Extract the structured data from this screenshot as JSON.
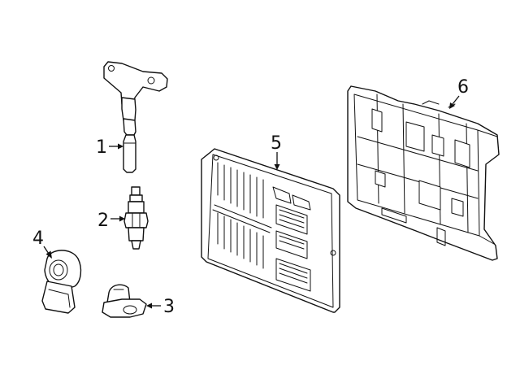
{
  "callouts": [
    {
      "id": "1",
      "label": "1",
      "part": "ignition-coil"
    },
    {
      "id": "2",
      "label": "2",
      "part": "spark-plug"
    },
    {
      "id": "3",
      "label": "3",
      "part": "sensor-3"
    },
    {
      "id": "4",
      "label": "4",
      "part": "knock-sensor"
    },
    {
      "id": "5",
      "label": "5",
      "part": "engine-control-module"
    },
    {
      "id": "6",
      "label": "6",
      "part": "mounting-bracket"
    }
  ],
  "colors": {
    "line": "#111111",
    "background": "#ffffff"
  }
}
